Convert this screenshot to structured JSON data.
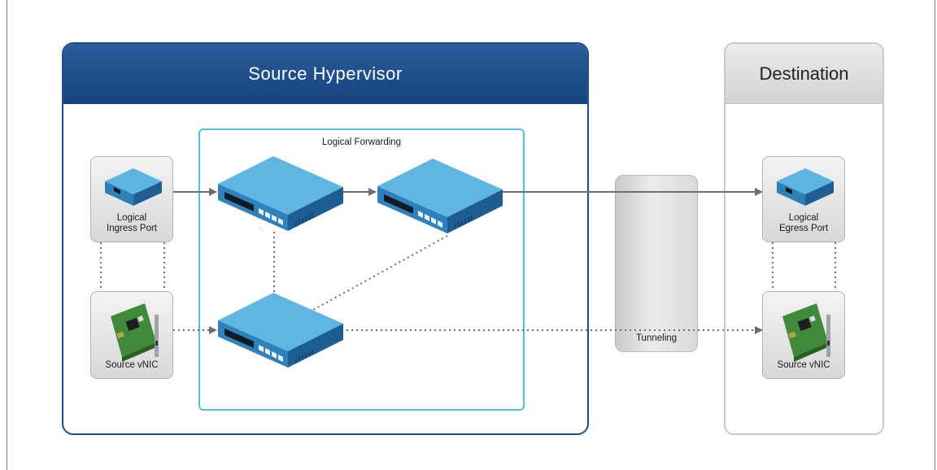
{
  "source_hypervisor": {
    "title": "Source Hypervisor"
  },
  "destination": {
    "title": "Destination"
  },
  "logical_forwarding": {
    "label": "Logical Forwarding"
  },
  "tunnel": {
    "label": "Tunneling"
  },
  "source_side": {
    "ingress_port": {
      "line1": "Logical",
      "line2": "Ingress Port"
    },
    "vnic": {
      "label": "Source vNIC"
    }
  },
  "destination_side": {
    "egress_port": {
      "line1": "Logical",
      "line2": "Egress Port"
    },
    "vnic": {
      "label": "Source vNIC"
    }
  },
  "colors": {
    "hypervisor_header": "#1f4e86",
    "forwarding_border": "#4fc0e0",
    "switch_blue": "#3a8fc4",
    "arrow": "#6e6e6e"
  }
}
